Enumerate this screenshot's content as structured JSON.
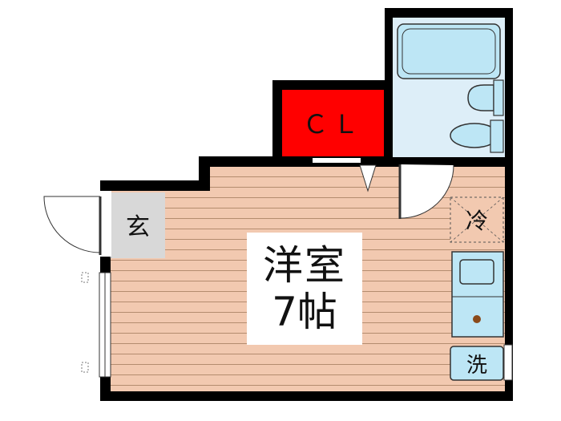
{
  "rooms": {
    "western_room": {
      "name": "洋室",
      "size": "7帖"
    },
    "closet": "ＣＬ",
    "entrance": "玄",
    "fridge": "冷",
    "washer": "洗"
  },
  "colors": {
    "wall": "#000000",
    "floor": "#f2c9b0",
    "floor_line": "#b48c6f",
    "closet": "#ff0000",
    "bath_fixture": "#bde6f5",
    "bath_floor": "#ddeef8",
    "entrance": "#d8d8d8"
  }
}
